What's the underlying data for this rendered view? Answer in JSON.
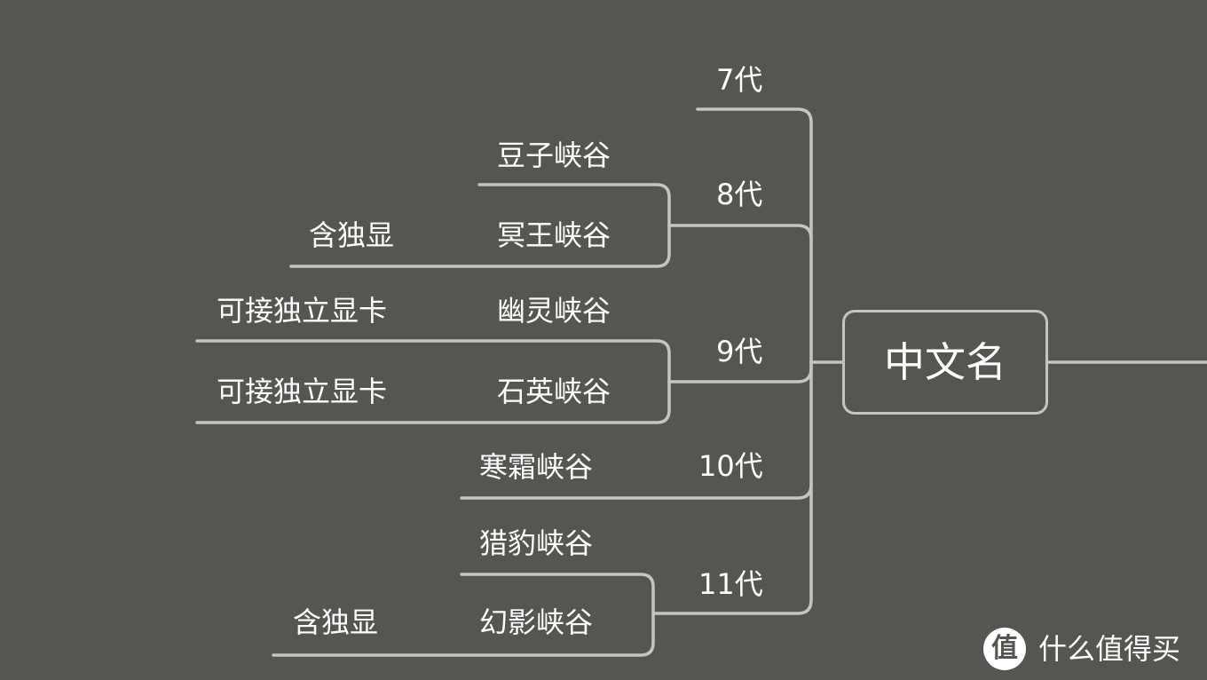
{
  "root": {
    "label": "中文名"
  },
  "generations": [
    {
      "label": "7代"
    },
    {
      "label": "8代"
    },
    {
      "label": "9代"
    },
    {
      "label": "10代"
    },
    {
      "label": "11代"
    }
  ],
  "codenames": [
    {
      "label": "豆子峡谷"
    },
    {
      "label": "冥王峡谷",
      "note": "含独显"
    },
    {
      "label": "幽灵峡谷",
      "note": "可接独立显卡"
    },
    {
      "label": "石英峡谷",
      "note": "可接独立显卡"
    },
    {
      "label": "寒霜峡谷"
    },
    {
      "label": "猎豹峡谷"
    },
    {
      "label": "幻影峡谷",
      "note": "含独显"
    }
  ],
  "watermark": {
    "icon": "zhide-icon",
    "glyph": "值",
    "text": "什么值得买"
  },
  "colors": {
    "background": "#565551",
    "line": "#c4c4c0",
    "text": "#ffffff"
  }
}
